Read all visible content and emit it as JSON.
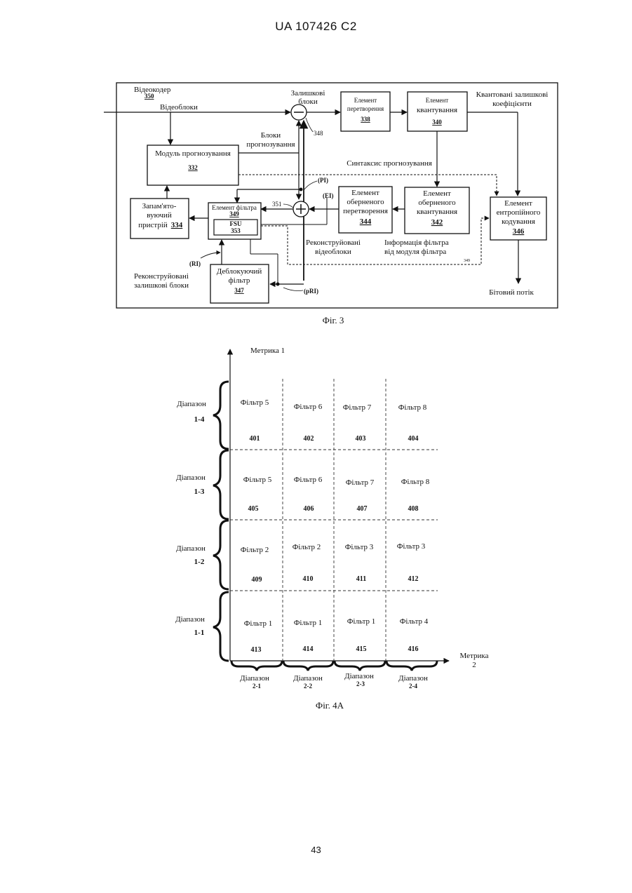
{
  "header": "UA   107426   C2",
  "page_number": "43",
  "fig3": {
    "caption": "Фіг. 3",
    "encoder_label": "Відеокодер",
    "encoder_num": "350",
    "video_blocks": "Відеоблоки",
    "residual_blocks_l1": "Залишкові",
    "residual_blocks_l2": "блоки",
    "transform_l1": "Елемент",
    "transform_l2": "перетворення",
    "transform_num": "338",
    "quant_l1": "Елемент",
    "quant_l2": "квантування",
    "quant_num": "340",
    "quant_coef_l1": "Квантовані залишкові",
    "quant_coef_l2": "коефіцієнти",
    "sum_num": "348",
    "pred_blocks_l1": "Блоки",
    "pred_blocks_l2": "прогнозування",
    "pred_module": "Модуль прогнозування",
    "pred_module_num": "332",
    "pred_syntax": "Синтаксис прогнозування",
    "pi_label": "(PI)",
    "ei_label": "(EI)",
    "memory_l1": "Запам'ято-",
    "memory_l2": "вуючий",
    "memory_l3": "пристрій",
    "memory_num": "334",
    "filter_unit": "Елемент фільтра",
    "filter_unit_num": "349",
    "fsu": "FSU",
    "fsu_num": "353",
    "adder_num": "351",
    "inv_transform_l1": "Елемент",
    "inv_transform_l2": "оберненого",
    "inv_transform_l3": "перетворення",
    "inv_transform_num": "344",
    "inv_quant_l1": "Елемент",
    "inv_quant_l2": "оберненого",
    "inv_quant_l3": "квантування",
    "inv_quant_num": "342",
    "entropy_l1": "Елемент",
    "entropy_l2": "ентропійного",
    "entropy_l3": "кодування",
    "entropy_num": "346",
    "recon_video_l1": "Реконструйовані",
    "recon_video_l2": "відеоблоки",
    "filter_info_l1": "Інформація фільтра",
    "filter_info_l2": "від модуля фільтра",
    "filter_info_num": "349",
    "ri_label": "(RI)",
    "recon_res_l1": "Реконструйовані",
    "recon_res_l2": "залишкові блоки",
    "deblock_l1": "Деблокуючий",
    "deblock_l2": "фільтр",
    "deblock_num": "347",
    "pri_label": "(pRI)",
    "bitstream": "Бітовий потік"
  },
  "fig4a": {
    "caption": "Фіг. 4А",
    "metric1": "Метрика 1",
    "metric2_l1": "Метрика",
    "metric2_l2": "2",
    "range_word": "Діапазон",
    "row_ranges": [
      "1-4",
      "1-3",
      "1-2",
      "1-1"
    ],
    "col_ranges": [
      "2-1",
      "2-2",
      "2-3",
      "2-4"
    ],
    "rows": [
      [
        {
          "filter": "Фільтр 5",
          "num": "401"
        },
        {
          "filter": "Фільтр 6",
          "num": "402"
        },
        {
          "filter": "Фільтр 7",
          "num": "403"
        },
        {
          "filter": "Фільтр 8",
          "num": "404"
        }
      ],
      [
        {
          "filter": "Фільтр 5",
          "num": "405"
        },
        {
          "filter": "Фільтр 6",
          "num": "406"
        },
        {
          "filter": "Фільтр 7",
          "num": "407"
        },
        {
          "filter": "Фільтр 8",
          "num": "408"
        }
      ],
      [
        {
          "filter": "Фільтр 2",
          "num": "409"
        },
        {
          "filter": "Фільтр 2",
          "num": "410"
        },
        {
          "filter": "Фільтр 3",
          "num": "411"
        },
        {
          "filter": "Фільтр 3",
          "num": "412"
        }
      ],
      [
        {
          "filter": "Фільтр 1",
          "num": "413"
        },
        {
          "filter": "Фільтр 1",
          "num": "414"
        },
        {
          "filter": "Фільтр 1",
          "num": "415"
        },
        {
          "filter": "Фільтр 4",
          "num": "416"
        }
      ]
    ]
  }
}
